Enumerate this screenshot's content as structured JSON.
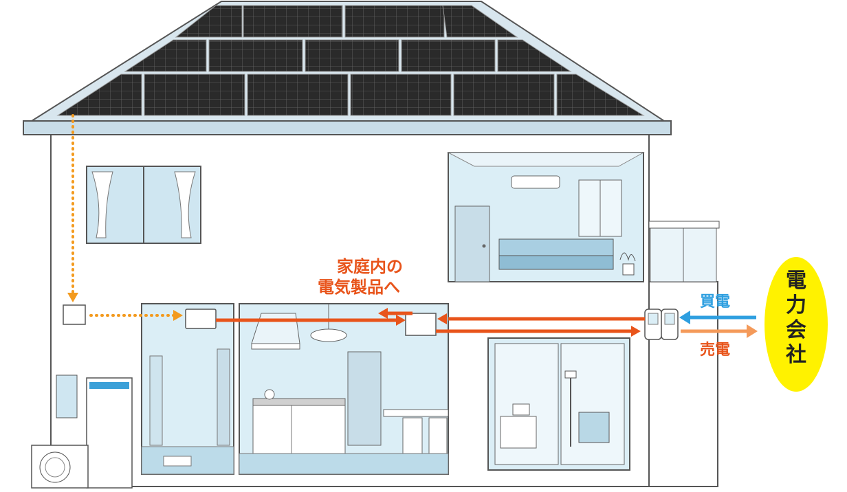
{
  "labels": {
    "appliances_line1": "家庭内の",
    "appliances_line2": "電気製品へ",
    "buy_power": "買電",
    "sell_power": "売電",
    "power_company": "電力会社"
  },
  "colors": {
    "solar_dc_line": "#f39a1e",
    "house_ac_line": "#e8541b",
    "buy_arrow": "#2e9fe0",
    "sell_arrow": "#f49a5a",
    "company_oval": "#fff200",
    "panel": "#2c2c2c",
    "room_bg": "#dbeef6",
    "wall_outline": "#555555"
  }
}
